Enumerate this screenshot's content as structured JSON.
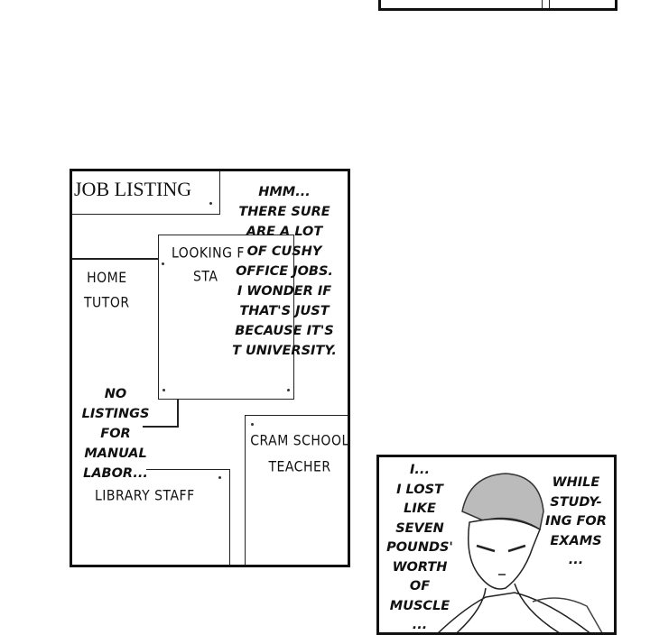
{
  "panel_job_board": {
    "sign": "JOB LISTING",
    "notice_looking": "LOOKING F",
    "notice_looking_line2": "STA",
    "notice_home_tutor": "HOME\nTUTOR",
    "notice_cram_school": "CRAM SCHOOL\nTEACHER",
    "notice_library": "LIBRARY STAFF",
    "bubble_thought": "HMM...\nTHERE SURE\nARE A LOT\nOF CUSHY\nOFFICE JOBS.\nI WONDER IF\nTHAT'S JUST\nBECAUSE IT'S\nT UNIVERSITY.",
    "bubble_no_listings": "NO\nLISTINGS\nFOR\nMANUAL\nLABOR..."
  },
  "panel_character": {
    "bubble_lost": "I...\nI LOST\nLIKE\nSEVEN\nPOUNDS'\nWORTH\nOF\nMUSCLE\n...",
    "bubble_studying": "WHILE\nSTUDY-\nING FOR\nEXAMS\n..."
  }
}
